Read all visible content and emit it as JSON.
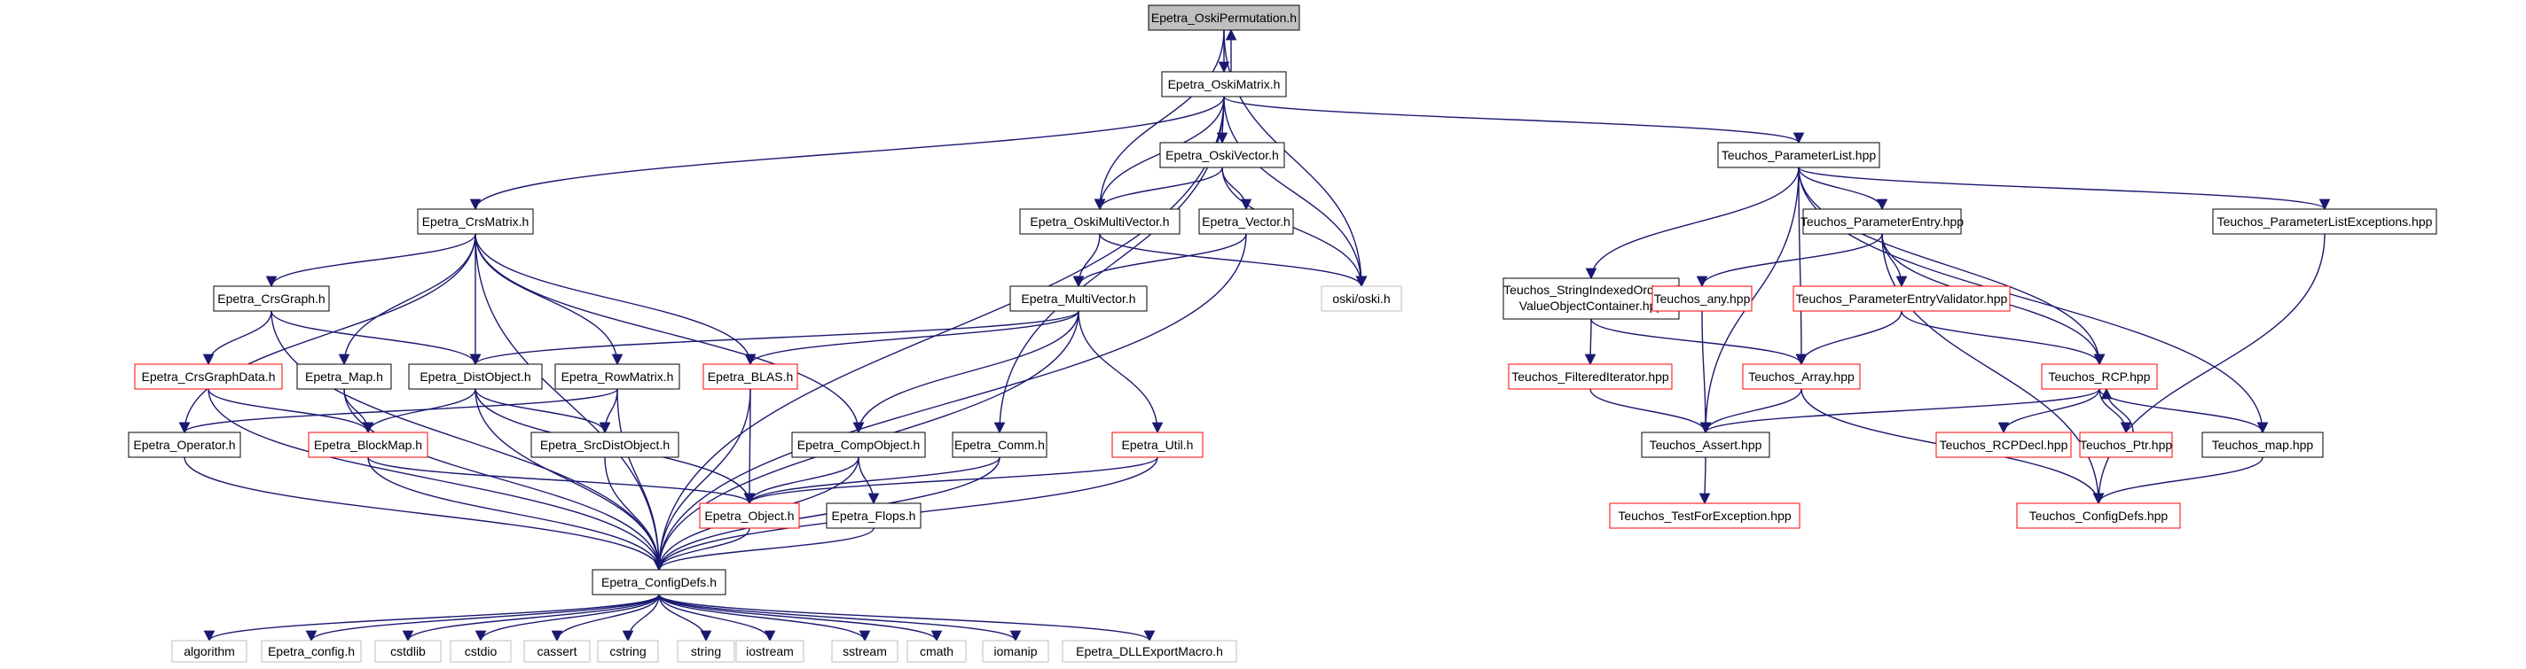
{
  "colors": {
    "edge": "#191970",
    "border_black": "#000000",
    "border_red": "#ff0000",
    "border_gray": "#bfbfbf",
    "root_fill": "#bfbfbf",
    "text": "#000000"
  },
  "nodes": {
    "root": "Epetra_OskiPermutation.h",
    "oski_matrix": "Epetra_OskiMatrix.h",
    "oski_vector": "Epetra_OskiVector.h",
    "crs_matrix": "Epetra_CrsMatrix.h",
    "oski_multivector": "Epetra_OskiMultiVector.h",
    "vector": "Epetra_Vector.h",
    "oski_oski": "oski/oski.h",
    "crs_graph": "Epetra_CrsGraph.h",
    "multivector": "Epetra_MultiVector.h",
    "crs_graph_data": "Epetra_CrsGraphData.h",
    "map": "Epetra_Map.h",
    "dist_object": "Epetra_DistObject.h",
    "row_matrix": "Epetra_RowMatrix.h",
    "blas": "Epetra_BLAS.h",
    "operator": "Epetra_Operator.h",
    "block_map": "Epetra_BlockMap.h",
    "src_dist_object": "Epetra_SrcDistObject.h",
    "comp_object": "Epetra_CompObject.h",
    "comm": "Epetra_Comm.h",
    "util": "Epetra_Util.h",
    "object": "Epetra_Object.h",
    "flops": "Epetra_Flops.h",
    "config_defs": "Epetra_ConfigDefs.h",
    "algorithm": "algorithm",
    "epetra_config": "Epetra_config.h",
    "cstdlib": "cstdlib",
    "cstdio": "cstdio",
    "cassert": "cassert",
    "cstring": "cstring",
    "string": "string",
    "iostream": "iostream",
    "sstream": "sstream",
    "cmath": "cmath",
    "iomanip": "iomanip",
    "dll_export": "Epetra_DLLExportMacro.h",
    "param_list": "Teuchos_ParameterList.hpp",
    "param_entry": "Teuchos_ParameterEntry.hpp",
    "param_list_exc": "Teuchos_ParameterListExceptions.hpp",
    "sioc_line1": "Teuchos_StringIndexedOrdered",
    "sioc_line2": "ValueObjectContainer.hpp",
    "any": "Teuchos_any.hpp",
    "entry_validator": "Teuchos_ParameterEntryValidator.hpp",
    "filtered_iter": "Teuchos_FilteredIterator.hpp",
    "array": "Teuchos_Array.hpp",
    "rcp": "Teuchos_RCP.hpp",
    "rcp_decl": "Teuchos_RCPDecl.hpp",
    "ptr": "Teuchos_Ptr.hpp",
    "teuchos_map": "Teuchos_map.hpp",
    "assert": "Teuchos_Assert.hpp",
    "test_for_exc": "Teuchos_TestForException.hpp",
    "teuchos_config": "Teuchos_ConfigDefs.hpp"
  }
}
